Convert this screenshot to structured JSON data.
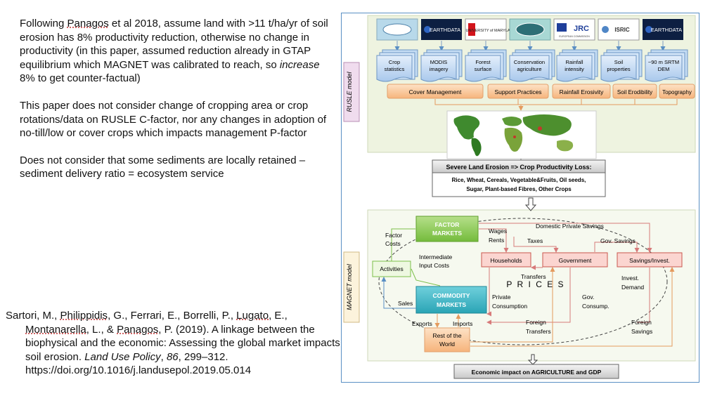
{
  "notes": {
    "p1_a": "Following ",
    "p1_panagos": "Panagos",
    "p1_b": " et al 2018, assume land with >11 t/ha/yr of soil erosion has 8% productivity reduction, otherwise no change in productivity (in this paper, assumed reduction already in GTAP equilibrium which MAGNET was calibrated to reach, so ",
    "p1_increase": "increase",
    "p1_c": " 8% to get counter-factual)",
    "p2": "This paper does not consider change of cropping area or crop rotations/data on RUSLE C-factor, nor any changes in adoption of no-till/low or cover crops which impacts management P-factor",
    "p3": "Does not consider that some sediments are locally retained – sediment delivery ratio = ecosystem service"
  },
  "citation": {
    "a": "Sartori, M., ",
    "philippidis": "Philippidis",
    "b": ", G., Ferrari, E., Borrelli, P., ",
    "lugato": "Lugato",
    "c": ", E., ",
    "montanarella": "Montanarella",
    "d": ", L., & ",
    "panagos": "Panagos",
    "e": ", P. (2019). A linkage between the biophysical and the economic: Assessing the global market impacts of soil erosion. ",
    "journal": "Land Use Policy",
    "f": ", ",
    "volume": "86",
    "g": ", 299–312. https://doi.org/10.1016/j.landusepol.2019.05.014"
  },
  "figure": {
    "rusle_label": "RUSLE model",
    "magnet_label": "MAGNET model",
    "logos": [
      "",
      "EARTHDATA",
      "UNIVERSITY of MARYLAND",
      "",
      "JRC",
      "ISRIC",
      "EARTHDATA"
    ],
    "jrc_sub": "EUROPEAN COMMISSION",
    "data_docs": [
      [
        "Crop",
        "statistics"
      ],
      [
        "MODIS",
        "imagery"
      ],
      [
        "Forest",
        "surface"
      ],
      [
        "Conservation",
        "agriculture"
      ],
      [
        "Rainfall",
        "intensity"
      ],
      [
        "Soil",
        "properties"
      ],
      [
        "~90 m SRTM",
        "DEM"
      ]
    ],
    "factors": [
      "Cover Management",
      "Support Practices",
      "Rainfall Erosivity",
      "Soil Erodibility",
      "Topography"
    ],
    "erosion_title": "Severe Land Erosion => Crop Productivity Loss:",
    "crops_line1": "Rice, Wheat, Cereals, Vegetable&Fruits, Oil seeds,",
    "crops_line2": "Sugar, Plant-based Fibres, Other Crops",
    "factor_markets": [
      "FACTOR",
      "MARKETS"
    ],
    "commodity_markets": [
      "COMMODITY",
      "MARKETS"
    ],
    "activities": "Activities",
    "households": "Households",
    "government": "Government",
    "savings": "Savings/Invest.",
    "rest_of_world": [
      "Rest of the",
      "World"
    ],
    "prices": "P R I C E S",
    "labels": {
      "factor_costs": [
        "Factor",
        "Costs"
      ],
      "wages_rents": [
        "Wages",
        "Rents"
      ],
      "domestic_savings": "Domestic Private Savings",
      "taxes": "Taxes",
      "gov_savings": "Gov. Savings",
      "intermediate": [
        "Intermediate",
        "Input Costs"
      ],
      "transfers": "Transfers",
      "invest_demand": [
        "Invest.",
        "Demand"
      ],
      "sales": "Sales",
      "private_consumption": [
        "Private",
        "Consumption"
      ],
      "gov_consump": [
        "Gov.",
        "Consump."
      ],
      "exports": "Exports",
      "imports": "Imports",
      "foreign_transfers": [
        "Foreign",
        "Transfers"
      ],
      "foreign_savings": [
        "Foreign",
        "Savings"
      ]
    },
    "bottom_box": "Economic impact on AGRICULTURE and GDP"
  }
}
